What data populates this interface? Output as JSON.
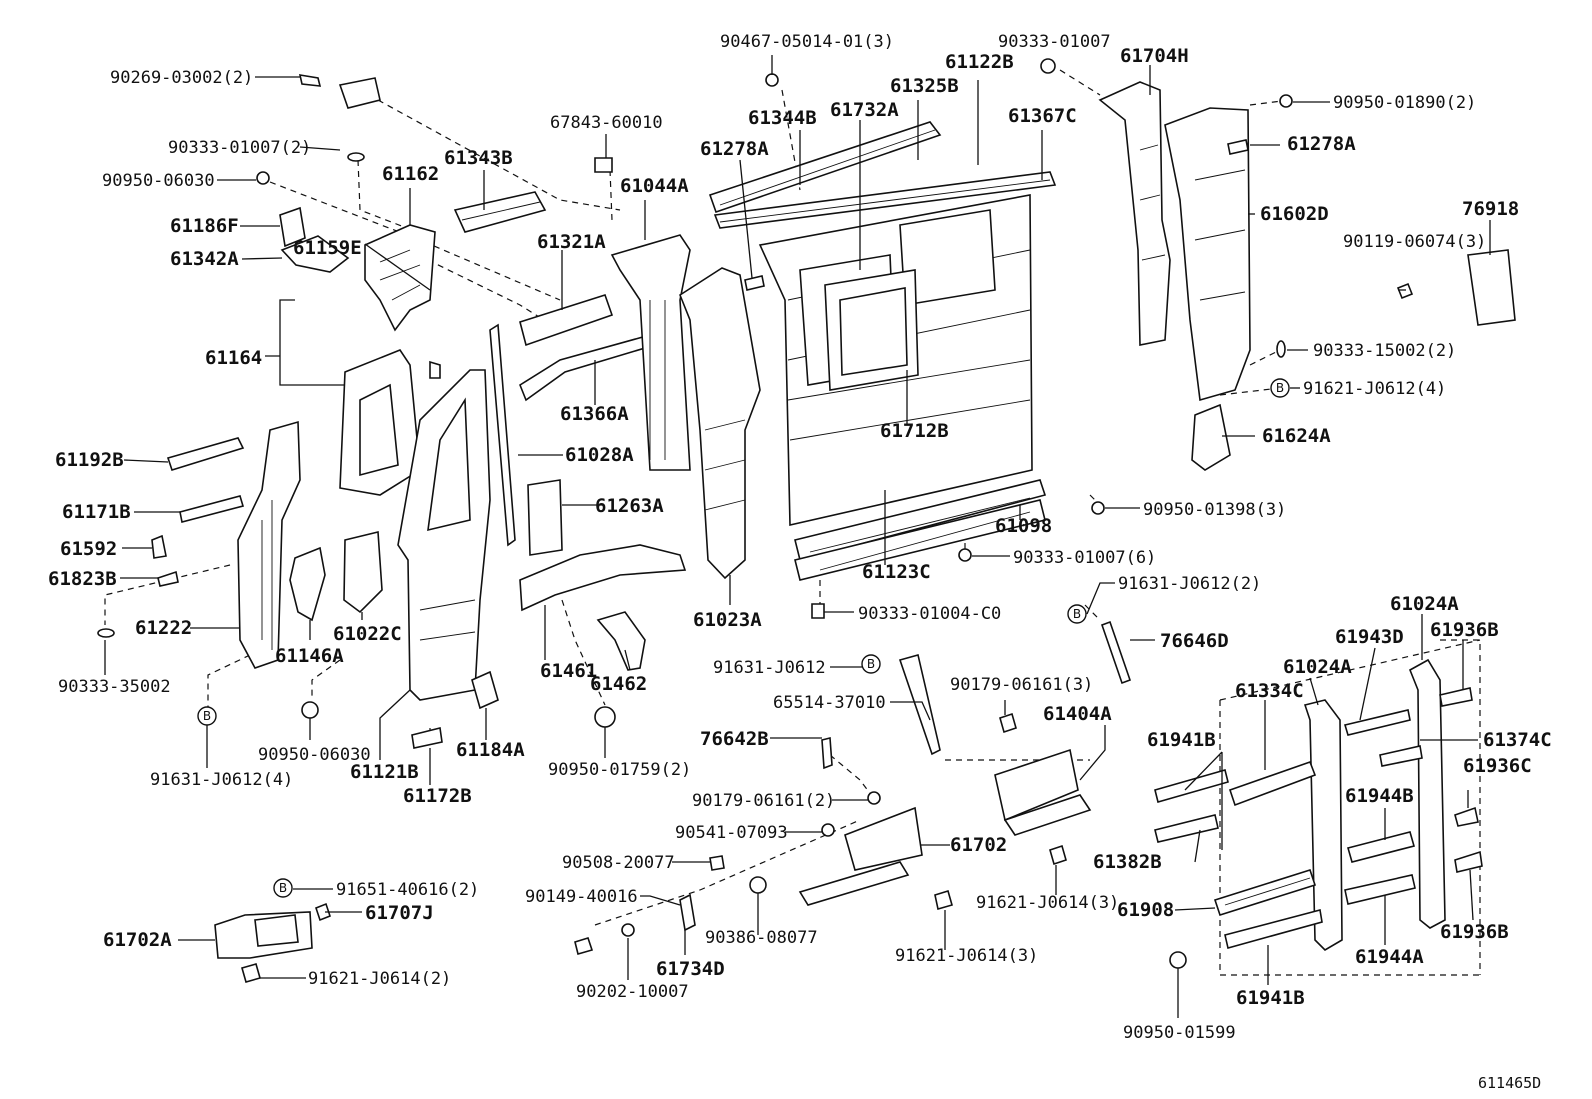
{
  "diagram_id": "611465D",
  "marker_symbol": "B",
  "labels": [
    "90269-03002(2)",
    "90333-01007(2)",
    "90950-06030",
    "61186F",
    "61342A",
    "61162",
    "61343B",
    "67843-60010",
    "61164",
    "61159E",
    "61192B",
    "61171B",
    "61592",
    "61823B",
    "61222",
    "90333-35002",
    "61146A",
    "61022C",
    "90950-06030",
    "91631-J0612(4)",
    "61121B",
    "61172B",
    "61184A",
    "61321A",
    "61044A",
    "61366A",
    "61028A",
    "61263A",
    "61461",
    "61462",
    "90950-01759(2)",
    "61023A",
    "90467-05014-01(3)",
    "61344B",
    "61732A",
    "61278A",
    "61325B",
    "61122B",
    "90333-01007",
    "61367C",
    "61704H",
    "90950-01890(2)",
    "61278A",
    "61602D",
    "76918",
    "90119-06074(3)",
    "90333-15002(2)",
    "91621-J0612(4)",
    "61624A",
    "61712B",
    "90950-01398(3)",
    "61098",
    "90333-01007(6)",
    "61123C",
    "90333-01004-C0",
    "91631-J0612(2)",
    "76646D",
    "91631-J0612",
    "65514-37010",
    "90179-06161(3)",
    "61404A",
    "76642B",
    "90179-06161(2)",
    "90541-07093",
    "61702",
    "90508-20077",
    "90149-40016",
    "90386-08077",
    "91621-J0614(3)",
    "91621-J0614(3)",
    "61734D",
    "90202-10007",
    "91651-40616(2)",
    "61707J",
    "61702A",
    "91621-J0614(2)",
    "61024A",
    "61943D",
    "61936B",
    "61024A",
    "61334C",
    "61941B",
    "61374C",
    "61936C",
    "61944B",
    "61382B",
    "61908",
    "61944A",
    "61936B",
    "61941B",
    "90950-01599"
  ]
}
